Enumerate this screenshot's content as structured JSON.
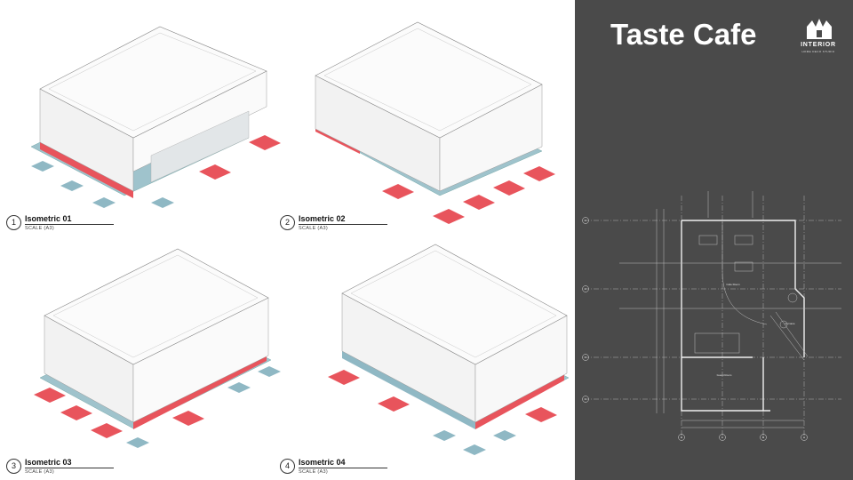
{
  "title": "Taste Cafe",
  "logo": {
    "word": "INTERIOR",
    "subtitle": "HOME DECO STUDIO"
  },
  "views": [
    {
      "number": "1",
      "title": "Isometric 01",
      "scale": "SCALE (A3)"
    },
    {
      "number": "2",
      "title": "Isometric 02",
      "scale": "SCALE (A3)"
    },
    {
      "number": "3",
      "title": "Isometric 03",
      "scale": "SCALE (A3)"
    },
    {
      "number": "4",
      "title": "Isometric 04",
      "scale": "SCALE (A3)"
    }
  ],
  "plan": {
    "room_labels": [
      "Cafe Room",
      "Furnace",
      "Guest Room"
    ],
    "grid_rows": [
      "A",
      "2",
      "3",
      "1"
    ],
    "grid_cols": [
      "D",
      "C",
      "B",
      "A"
    ]
  },
  "colors": {
    "panel": "#4a4a4a",
    "footing_red": "#e8545c",
    "footing_blue": "#8fb8c4",
    "wall": "#f4f4f4"
  }
}
